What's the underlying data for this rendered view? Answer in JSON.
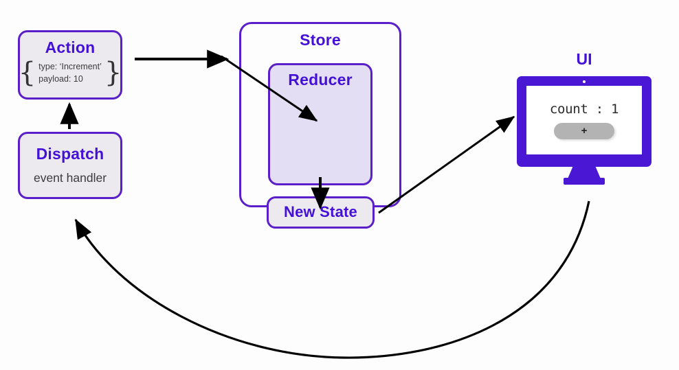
{
  "diagram": {
    "title": "Redux data flow diagram",
    "background_color": "#fdfdfd",
    "accent_color": "#4410d8",
    "border_color": "#5b1fc9",
    "node_fill": "#eceaef",
    "reducer_fill": "#e4def5",
    "monitor_color": "#4a18d4",
    "arrow_color": "#000000"
  },
  "action": {
    "title": "Action",
    "brace_open": "{",
    "brace_close": "}",
    "payload_lines": [
      "type: ‘Increment’",
      "payload: 10"
    ]
  },
  "dispatch": {
    "title": "Dispatch",
    "subtitle": "event handler"
  },
  "store": {
    "title": "Store"
  },
  "reducer": {
    "title": "Reducer"
  },
  "new_state": {
    "title": "New State"
  },
  "ui": {
    "label": "UI",
    "count_text": "count : 1",
    "button_label": "+"
  }
}
